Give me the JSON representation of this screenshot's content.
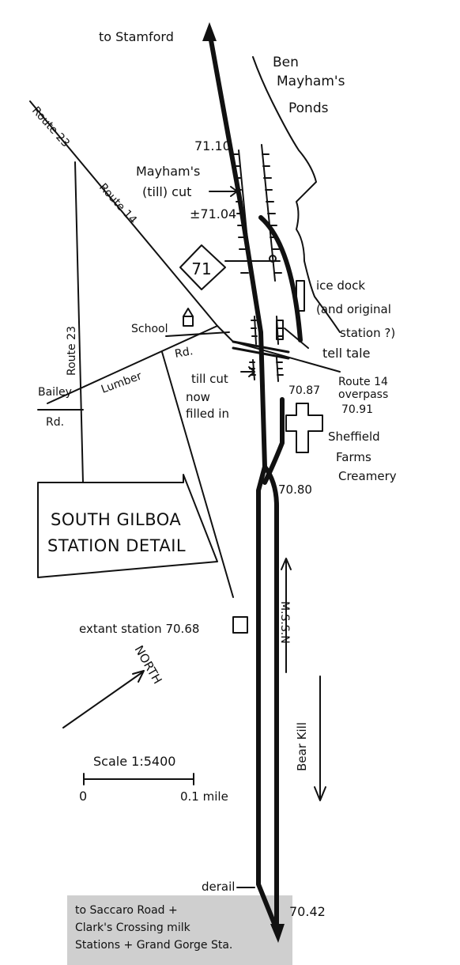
{
  "title": {
    "line1": "SOUTH GILBOA",
    "line2": "STATION DETAIL"
  },
  "labels": {
    "to_stamford": "to Stamford",
    "ponds_line1": "Ben",
    "ponds_line2": "Mayham's",
    "ponds_line3": "Ponds",
    "milepost_top": "71.10",
    "cut_line1": "Mayham's",
    "cut_line2": "(till) cut",
    "milepost_cut": "±71.04",
    "route_marker": "71",
    "icedock_line1": "ice dock",
    "icedock_line2": "(and original",
    "icedock_line3": "station ?)",
    "telltale": "tell tale",
    "route14_overpass_line1": "Route 14",
    "route14_overpass_line2": "overpass",
    "overpass_mp": "70.91",
    "mp_70_87": "70.87",
    "sheffield_line1": "Sheffield",
    "sheffield_line2": "Farms",
    "sheffield_line3": "Creamery",
    "mp_70_80": "70.80",
    "tillcut_line1": "till cut",
    "tillcut_line2": "now",
    "tillcut_line3": "filled in",
    "school": "School",
    "road_route23_top": "Route 23",
    "road_route14": "Route 14",
    "road_route23_side": "Route 23",
    "road_lumber": "Lumber",
    "road_rd": "Rd.",
    "road_bailey": "Bailey",
    "road_bailey_rd": "Rd.",
    "extant_station": "extant station 70.68",
    "north": "NORTH",
    "mssn": "M.S.S.N",
    "bear_kill": "Bear Kill",
    "scale": "Scale 1:5400",
    "scale_zero": "0",
    "scale_end": "0.1 mile",
    "derail": "derail",
    "mp_70_42": "70.42",
    "bottom_line1": "to Saccaro Road +",
    "bottom_line2": "Clark's Crossing milk",
    "bottom_line3": "Stations + Grand Gorge Sta."
  }
}
